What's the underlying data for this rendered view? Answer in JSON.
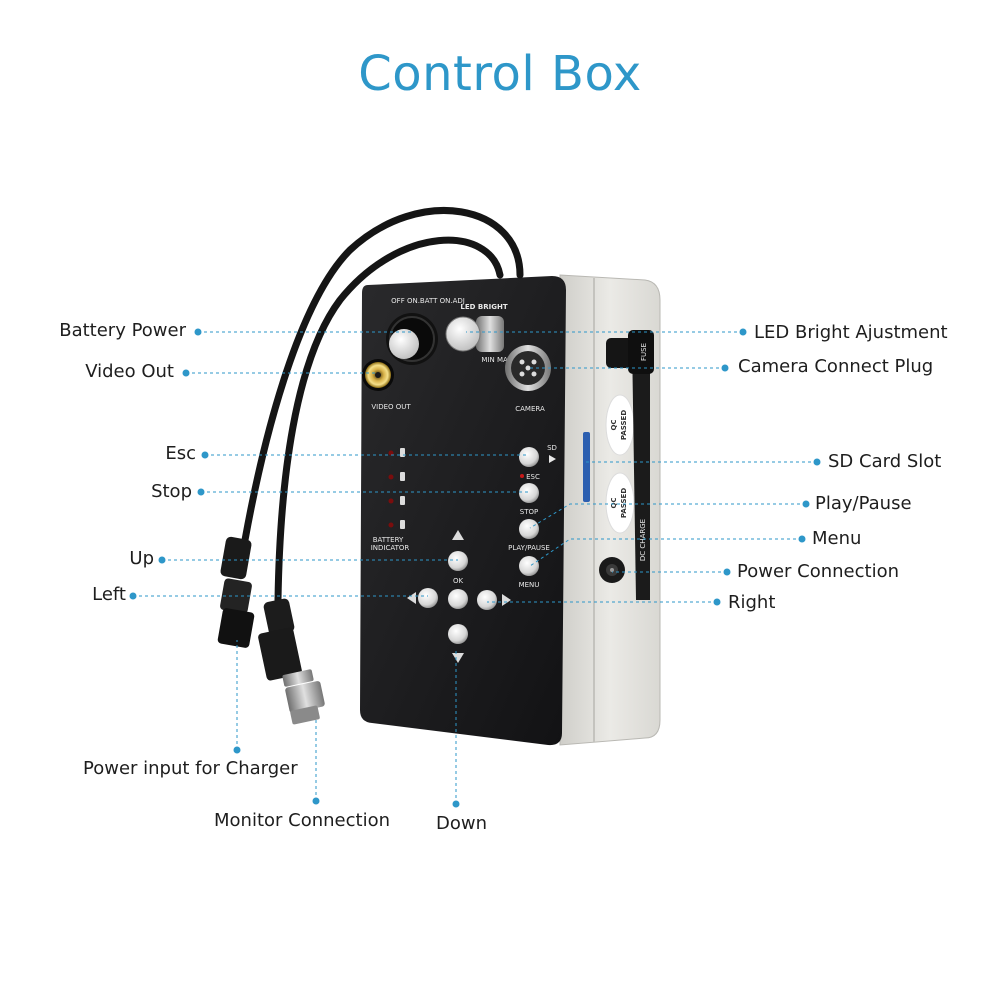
{
  "title": "Control Box",
  "colors": {
    "title": "#2e97c9",
    "leader": "#2e97c9",
    "panel": "#1c1c1e",
    "housing": "#e4e3de"
  },
  "callouts": {
    "battery_power": "Battery Power",
    "video_out": "Video Out",
    "esc": "Esc",
    "stop": "Stop",
    "up": "Up",
    "left": "Left",
    "power_input_charger": "Power input for Charger",
    "monitor_connection": "Monitor Connection",
    "down": "Down",
    "led_bright_adjustment": "LED Bright Ajustment",
    "camera_connect_plug": "Camera Connect Plug",
    "sd_card_slot": "SD Card Slot",
    "play_pause": "Play/Pause",
    "menu": "Menu",
    "power_connection": "Power Connection",
    "right": "Right"
  },
  "panel_labels": {
    "video_out": "VIDEO OUT",
    "camera": "CAMERA",
    "led_bright": "LED BRIGHT",
    "switch_positions": "OFF ON.BATT ON.ADJ",
    "sd": "SD",
    "esc": "ESC",
    "stop": "STOP",
    "play_pause": "PLAY/PAUSE",
    "menu": "MENU",
    "ok": "OK",
    "battery_indicator_1": "BATTERY",
    "battery_indicator_2": "INDICATOR",
    "min_max": "MIN    MAX"
  },
  "side_labels": {
    "qc_1_line1": "QC",
    "qc_1_line2": "PASSED",
    "qc_2_line1": "QC",
    "qc_2_line2": "PASSED",
    "fuse": "FUSE",
    "charge": "DC CHARGE"
  }
}
